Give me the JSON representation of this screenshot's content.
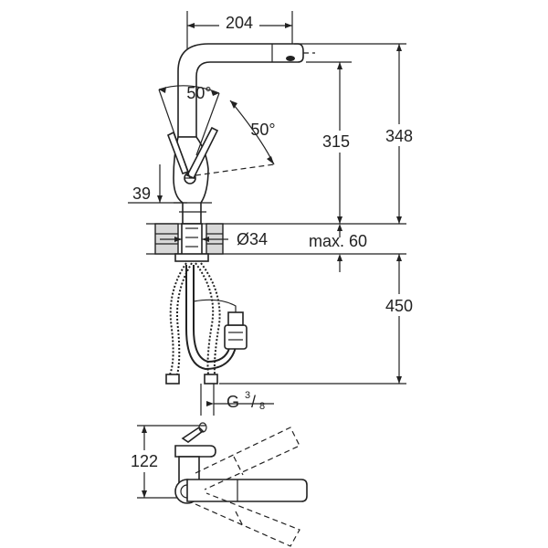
{
  "dimensions": {
    "spout_reach": "204",
    "upper_angle": "50°",
    "lower_angle": "50°",
    "spout_height": "315",
    "total_height": "348",
    "base_offset": "39",
    "hole_diameter": "Ø34",
    "max_deck": "max. 60",
    "hose_length": "450",
    "connection": "G",
    "thread_num": "3",
    "thread_den": "8",
    "plan_height": "122"
  }
}
